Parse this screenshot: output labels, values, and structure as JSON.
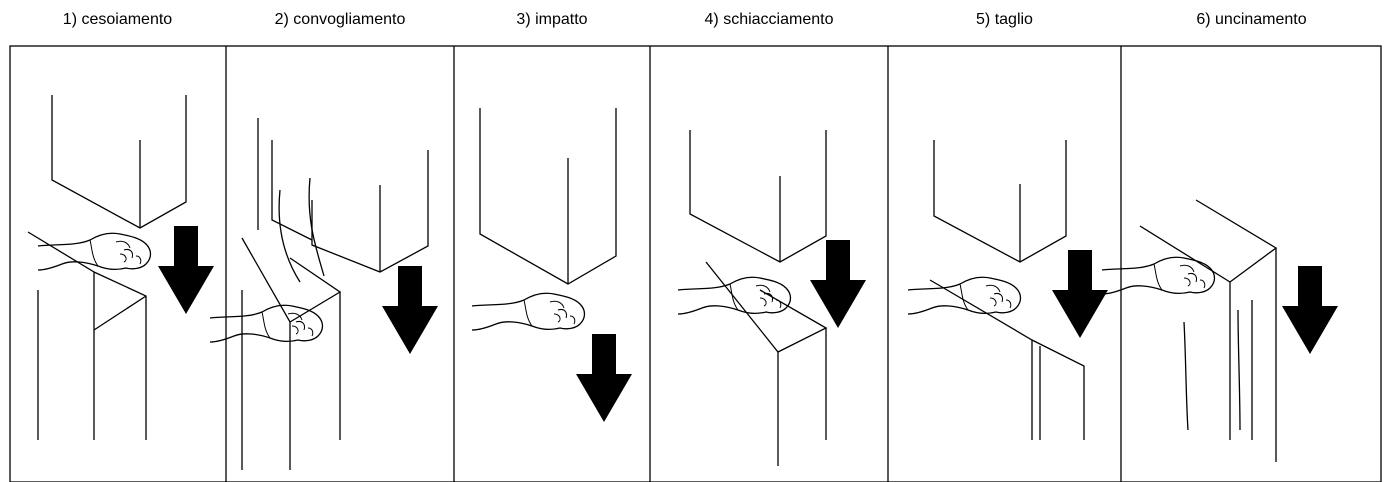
{
  "panels": [
    {
      "label": "1) cesoiamento",
      "icon": "hand-icon",
      "hazard": "shearing"
    },
    {
      "label": "2) convogliamento",
      "icon": "hand-icon",
      "hazard": "drawing-in"
    },
    {
      "label": "3) impatto",
      "icon": "hand-icon",
      "hazard": "impact"
    },
    {
      "label": "4) schiacciamento",
      "icon": "hand-icon",
      "hazard": "crushing"
    },
    {
      "label": "5) taglio",
      "icon": "hand-icon",
      "hazard": "cutting"
    },
    {
      "label": "6) uncinamento",
      "icon": "hand-icon",
      "hazard": "entanglement"
    }
  ],
  "arrow_icon": "down-arrow-icon",
  "colors": {
    "line": "#000000",
    "arrow": "#000000",
    "background": "#ffffff"
  }
}
